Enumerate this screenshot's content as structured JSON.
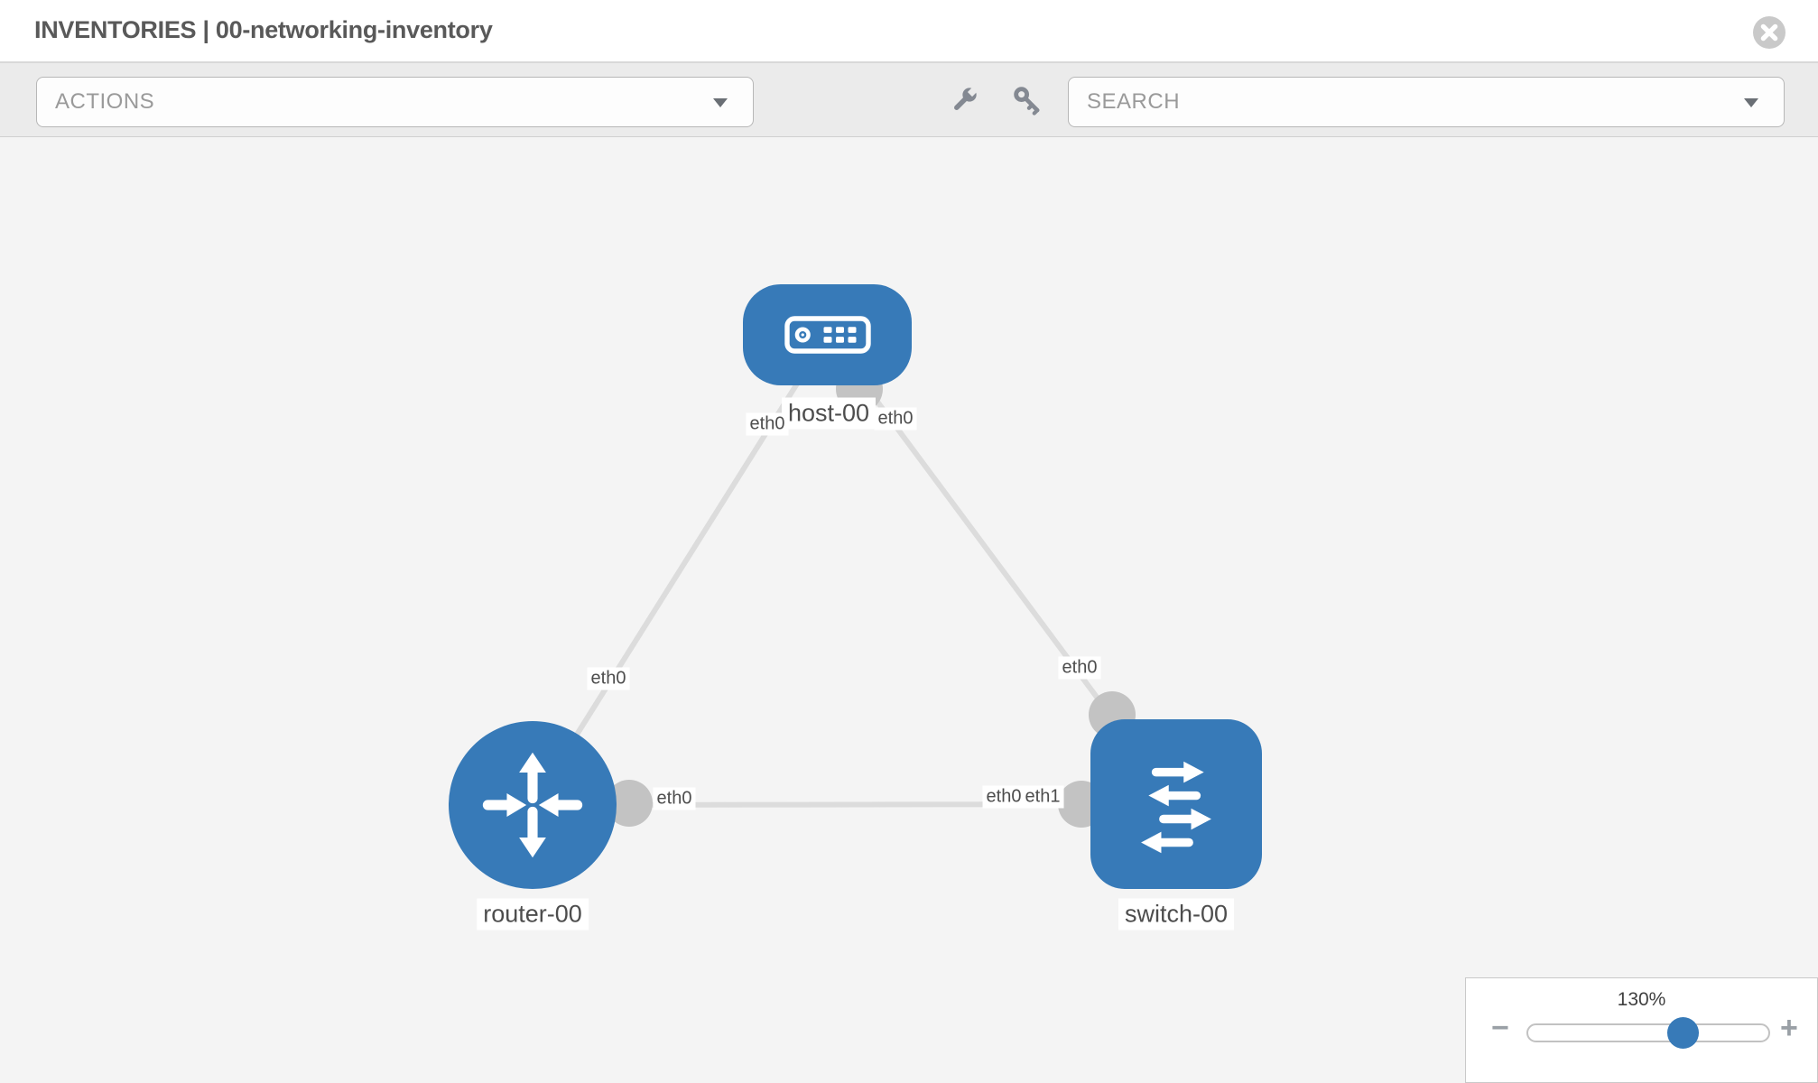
{
  "header": {
    "title": "INVENTORIES | 00-networking-inventory"
  },
  "toolbar": {
    "actions_label": "ACTIONS",
    "search_label": "SEARCH",
    "icons": [
      "wrench-icon",
      "key-icon"
    ]
  },
  "topology": {
    "nodes": [
      {
        "id": "host-00",
        "type": "host",
        "label": "host-00"
      },
      {
        "id": "router-00",
        "type": "router",
        "label": "router-00"
      },
      {
        "id": "switch-00",
        "type": "switch",
        "label": "switch-00"
      }
    ],
    "links": [
      {
        "from": "host-00",
        "to": "router-00",
        "from_label": "eth0",
        "to_label": "eth0"
      },
      {
        "from": "host-00",
        "to": "switch-00",
        "from_label": "eth0",
        "to_label": "eth0"
      },
      {
        "from": "router-00",
        "to": "switch-00",
        "from_label": "eth0",
        "to_label": "eth1",
        "to_label_overlapped": "eth0"
      }
    ]
  },
  "zoom_panel": {
    "level": "130%",
    "minus_glyph": "−",
    "plus_glyph": "+"
  },
  "colors": {
    "node_blue": "#377ab8",
    "link_gray": "#dcdcdc",
    "connector_gray": "#c3c3c3",
    "toolbar_bg": "#ebebeb",
    "canvas_bg": "#f4f4f4",
    "title_text": "#595959",
    "muted_text": "#9a9a9a"
  }
}
